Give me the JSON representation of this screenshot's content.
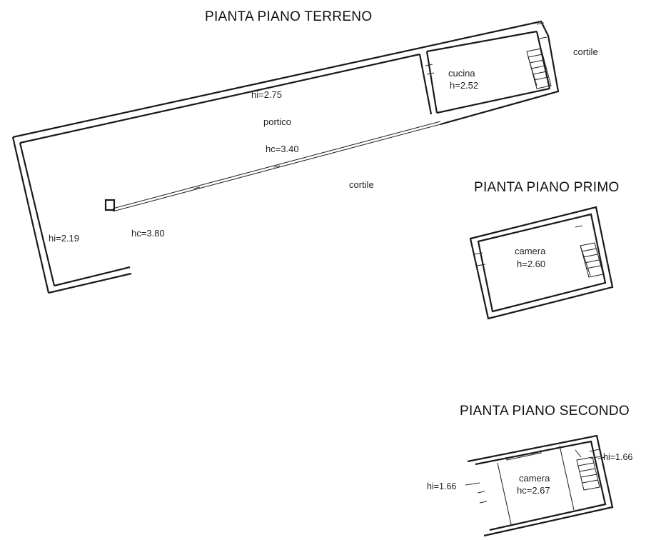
{
  "ground_floor": {
    "title": "PIANTA PIANO TERRENO",
    "kitchen": {
      "name": "cucina",
      "height": "h=2.52"
    },
    "courtyard_top": "cortile",
    "portico": {
      "name": "portico",
      "hi": "hi=2.75",
      "hc": "hc=3.40"
    },
    "courtyard_mid": "cortile",
    "left_wall_hi": "hi=2.19",
    "pillar_hc": "hc=3.80"
  },
  "first_floor": {
    "title": "PIANTA PIANO PRIMO",
    "room": {
      "name": "camera",
      "height": "h=2.60"
    }
  },
  "second_floor": {
    "title": "PIANTA PIANO SECONDO",
    "room": {
      "name": "camera",
      "height": "hc=2.67"
    },
    "hi_right": "hi=1.66",
    "hi_left": "hi=1.66"
  }
}
